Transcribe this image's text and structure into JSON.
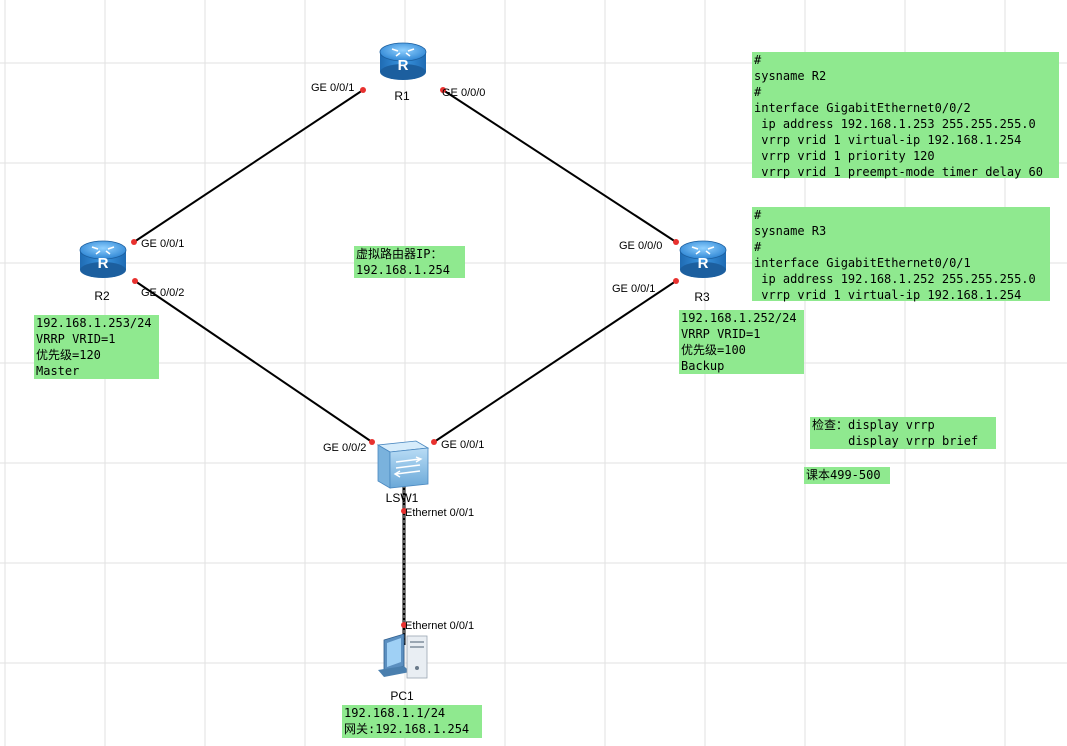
{
  "devices": {
    "r1": {
      "label": "R1"
    },
    "r2": {
      "label": "R2"
    },
    "r3": {
      "label": "R3"
    },
    "lsw1": {
      "label": "LSW1"
    },
    "pc1": {
      "label": "PC1"
    }
  },
  "ports": {
    "r1_g001": "GE 0/0/1",
    "r1_g000": "GE 0/0/0",
    "r2_g001": "GE 0/0/1",
    "r2_g002": "GE 0/0/2",
    "r3_g000": "GE 0/0/0",
    "r3_g001": "GE 0/0/1",
    "lsw_g002": "GE 0/0/2",
    "lsw_g001": "GE 0/0/1",
    "lsw_eth001": "Ethernet 0/0/1",
    "pc_eth001": "Ethernet 0/0/1"
  },
  "notes": {
    "r2_config": [
      "#",
      "sysname R2",
      "#",
      "interface GigabitEthernet0/0/2",
      " ip address 192.168.1.253 255.255.255.0",
      " vrrp vrid 1 virtual-ip 192.168.1.254",
      " vrrp vrid 1 priority 120",
      " vrrp vrid 1 preempt-mode timer delay 60"
    ],
    "r3_config": [
      "#",
      "sysname R3",
      "#",
      "interface GigabitEthernet0/0/1",
      " ip address 192.168.1.252 255.255.255.0",
      " vrrp vrid 1 virtual-ip 192.168.1.254"
    ],
    "r2_info": [
      "192.168.1.253/24",
      "VRRP VRID=1",
      "优先级=120",
      "Master"
    ],
    "r3_info": [
      "192.168.1.252/24",
      "VRRP VRID=1",
      "优先级=100",
      "Backup"
    ],
    "virtual_router": [
      "虚拟路由器IP：",
      "192.168.1.254"
    ],
    "check": [
      "检查：display vrrp",
      "     display vrrp brief"
    ],
    "textbook": [
      "课本499-500"
    ],
    "pc_info": [
      "192.168.1.1/24",
      "网关:192.168.1.254"
    ]
  },
  "colors": {
    "note_bg": "#8fe98f",
    "link": "#000000",
    "port_dot": "#e8312f",
    "router_blue": "#2f86d4",
    "grid": "#e2e2e2"
  },
  "icons": {
    "router": "router-icon",
    "switch": "switch-icon",
    "pc": "pc-icon"
  }
}
